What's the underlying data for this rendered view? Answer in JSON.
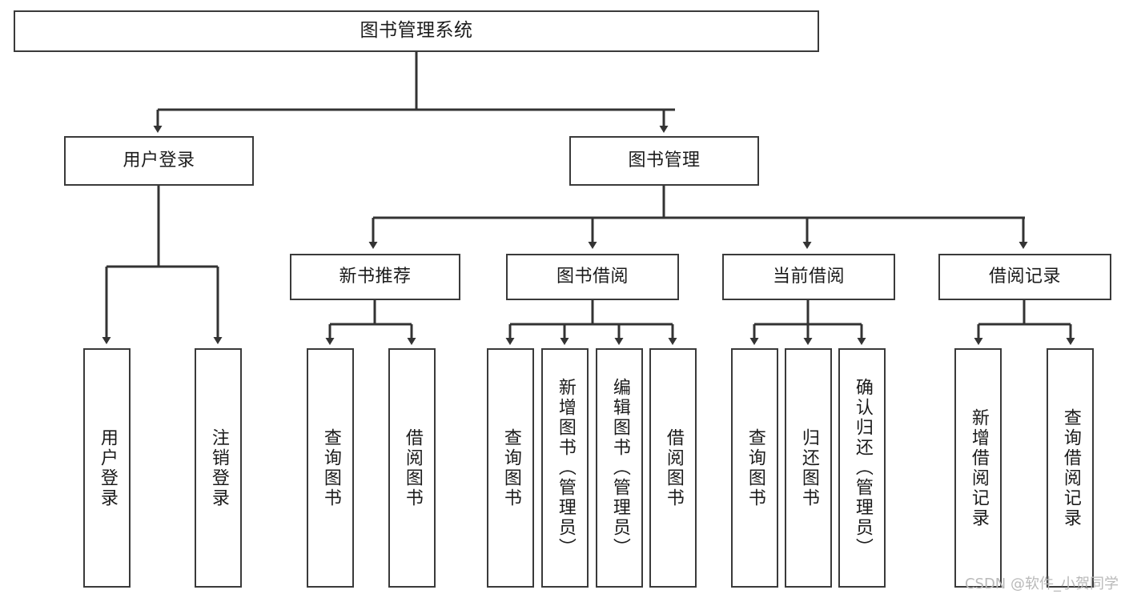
{
  "diagram": {
    "type": "tree-hierarchy",
    "title": "图书管理系统",
    "watermark": "CSDN @软件_小贺同学",
    "colors": {
      "box_border": "#3a3a3a",
      "box_fill": "#ffffff",
      "line": "#333333",
      "text": "#1b1b1b",
      "watermark": "#b9b9b9",
      "background": "#ffffff"
    },
    "nodes": {
      "root": {
        "label": "图书管理系统"
      },
      "level1": [
        {
          "id": "user-login",
          "label": "用户登录"
        },
        {
          "id": "book-management",
          "label": "图书管理"
        }
      ],
      "level2": [
        {
          "id": "new-book-recommend",
          "label": "新书推荐"
        },
        {
          "id": "book-borrow",
          "label": "图书借阅"
        },
        {
          "id": "current-borrow",
          "label": "当前借阅"
        },
        {
          "id": "borrow-record",
          "label": "借阅记录"
        }
      ],
      "leaves": {
        "user_login": [
          {
            "id": "leaf-user-login",
            "label": "用户登录"
          },
          {
            "id": "leaf-logout",
            "label": "注销登录"
          }
        ],
        "new_book_recommend": [
          {
            "id": "leaf-query-book-1",
            "label": "查询图书"
          },
          {
            "id": "leaf-borrow-book-1",
            "label": "借阅图书"
          }
        ],
        "book_borrow": [
          {
            "id": "leaf-query-book-2",
            "label": "查询图书"
          },
          {
            "id": "leaf-add-book",
            "label": "新增图书（管理员）"
          },
          {
            "id": "leaf-edit-book",
            "label": "编辑图书（管理员）"
          },
          {
            "id": "leaf-borrow-book-2",
            "label": "借阅图书"
          }
        ],
        "current_borrow": [
          {
            "id": "leaf-query-book-3",
            "label": "查询图书"
          },
          {
            "id": "leaf-return-book",
            "label": "归还图书"
          },
          {
            "id": "leaf-confirm-return",
            "label": "确认归还（管理员）"
          }
        ],
        "borrow_record": [
          {
            "id": "leaf-add-record",
            "label": "新增借阅记录"
          },
          {
            "id": "leaf-query-record",
            "label": "查询借阅记录"
          }
        ]
      }
    }
  }
}
